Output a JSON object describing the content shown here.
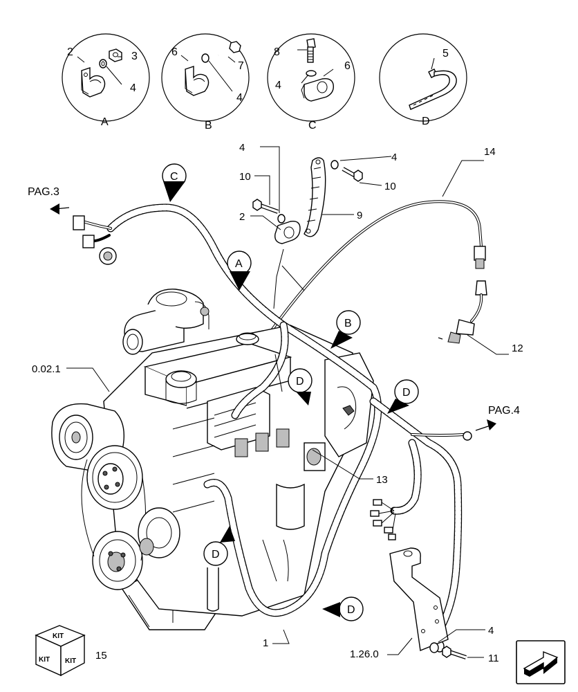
{
  "detail_views": [
    {
      "letter": "A",
      "parts": [
        "2",
        "3",
        "4"
      ]
    },
    {
      "letter": "B",
      "parts": [
        "6",
        "7",
        "4"
      ]
    },
    {
      "letter": "C",
      "parts": [
        "8",
        "6",
        "4"
      ]
    },
    {
      "letter": "D",
      "parts": [
        "5"
      ]
    }
  ],
  "callouts": {
    "c": "C",
    "a": "A",
    "b": "B",
    "d1": "D",
    "d2": "D",
    "d3": "D",
    "d4": "D"
  },
  "part_labels": {
    "p4a": "4",
    "p10a": "10",
    "p2": "2",
    "p9": "9",
    "p4b": "4",
    "p10b": "10",
    "p14": "14",
    "p12": "12",
    "p13": "13",
    "p1": "1",
    "p1260": "1.26.0",
    "p4c": "4",
    "p11": "11",
    "p0021": "0.02.1",
    "p15": "15"
  },
  "page_refs": {
    "left": "PAG.3",
    "right": "PAG.4"
  },
  "kit_icon": {
    "top": "KIT",
    "left": "KIT",
    "right": "KIT"
  }
}
